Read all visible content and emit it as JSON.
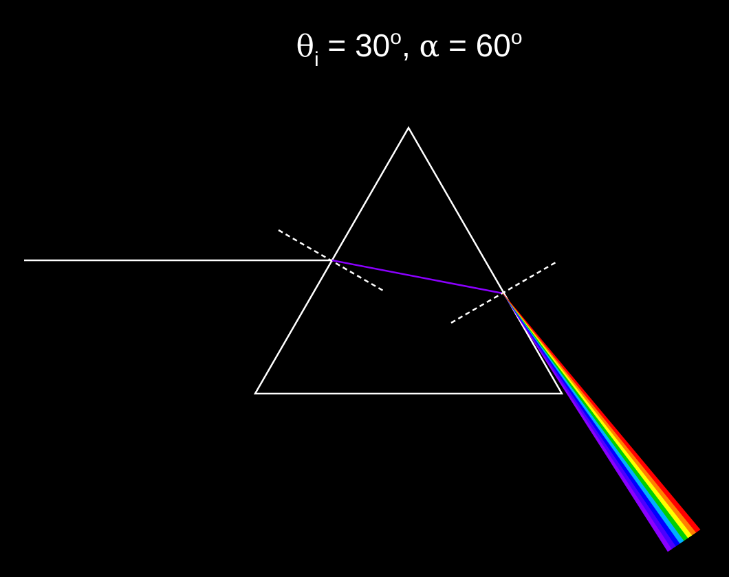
{
  "title": {
    "theta": "θ",
    "theta_sub": "i",
    "eq1": " = 30",
    "deg1": "o",
    "sep": ", ",
    "alpha": "α",
    "eq2": " = 60",
    "deg2": "o"
  },
  "colors": {
    "background": "#000000",
    "prism": "#ffffff",
    "incident_ray": "#ffffff",
    "internal_ray": "#8b00ff",
    "normals": "#ffffff",
    "spectrum": [
      "#8b00ff",
      "#4b00ff",
      "#0000ff",
      "#00b0ff",
      "#00d000",
      "#ffff00",
      "#ff8000",
      "#ff0000"
    ]
  }
}
